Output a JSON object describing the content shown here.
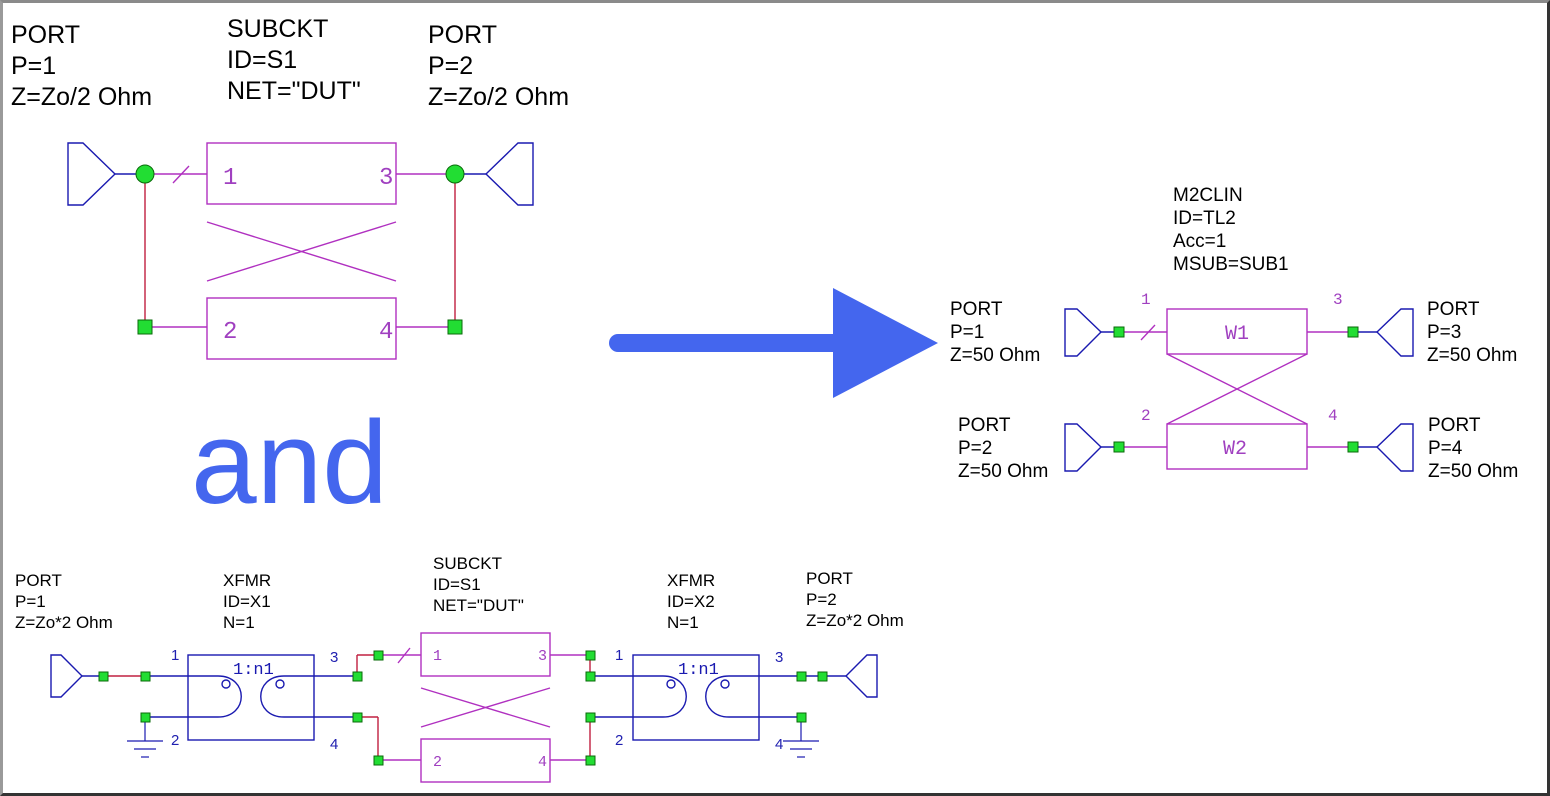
{
  "top_left": {
    "port1": {
      "line1": "PORT",
      "line2": "P=1",
      "line3": "Z=Zo/2 Ohm"
    },
    "subckt": {
      "line1": "SUBCKT",
      "line2": "ID=S1",
      "line3": "NET=\"DUT\""
    },
    "port2": {
      "line1": "PORT",
      "line2": "P=2",
      "line3": "Z=Zo/2 Ohm"
    },
    "pins": {
      "p1": "1",
      "p2": "2",
      "p3": "3",
      "p4": "4"
    }
  },
  "and_text": "and",
  "right": {
    "mclin": {
      "line1": "M2CLIN",
      "line2": "ID=TL2",
      "line3": "Acc=1",
      "line4": "MSUB=SUB1"
    },
    "port1": {
      "line1": "PORT",
      "line2": "P=1",
      "line3": "Z=50 Ohm"
    },
    "port2": {
      "line1": "PORT",
      "line2": "P=2",
      "line3": "Z=50 Ohm"
    },
    "port3": {
      "line1": "PORT",
      "line2": "P=3",
      "line3": "Z=50 Ohm"
    },
    "port4": {
      "line1": "PORT",
      "line2": "P=4",
      "line3": "Z=50 Ohm"
    },
    "pins": {
      "p1": "1",
      "p2": "2",
      "p3": "3",
      "p4": "4"
    },
    "w1": "W1",
    "w2": "W2"
  },
  "bottom": {
    "port1": {
      "line1": "PORT",
      "line2": "P=1",
      "line3": "Z=Zo*2 Ohm"
    },
    "xfmr1": {
      "line1": "XFMR",
      "line2": "ID=X1",
      "line3": "N=1",
      "ratio": "1:n1"
    },
    "subckt": {
      "line1": "SUBCKT",
      "line2": "ID=S1",
      "line3": "NET=\"DUT\""
    },
    "xfmr2": {
      "line1": "XFMR",
      "line2": "ID=X2",
      "line3": "N=1",
      "ratio": "1:n1"
    },
    "port2": {
      "line1": "PORT",
      "line2": "P=2",
      "line3": "Z=Zo*2 Ohm"
    },
    "x1pins": {
      "p1": "1",
      "p2": "2",
      "p3": "3",
      "p4": "4"
    },
    "spins": {
      "p1": "1",
      "p2": "2",
      "p3": "3",
      "p4": "4"
    },
    "x2pins": {
      "p1": "1",
      "p2": "2",
      "p3": "3",
      "p4": "4"
    }
  },
  "colors": {
    "arrow": "#4466ee",
    "and": "#4466ee",
    "component": "#b030c0",
    "wire": "#1a1ab0",
    "node": "#22dd33"
  }
}
